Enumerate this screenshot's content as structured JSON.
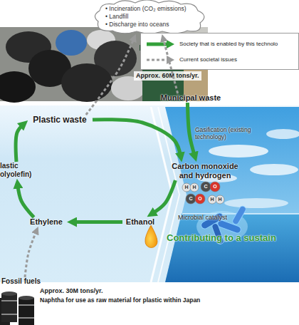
{
  "diagram": {
    "nodes": [
      {
        "text": [
          "• Incineration (CO₂ emissions)",
          "• Landfill",
          "• Discharge into oceans"
        ]
      },
      {
        "text": [
          "Municipal waste"
        ]
      },
      {
        "text": [
          "Plastic waste"
        ]
      },
      {
        "text": [
          "Carbon monoxide and hydrogen"
        ]
      },
      {
        "text": [
          "Ethanol"
        ]
      },
      {
        "text": [
          "Ethylene"
        ]
      },
      {
        "text": [
          "lastic olyolefin)"
        ]
      },
      {
        "text": [
          "Fossil fuels"
        ]
      }
    ],
    "edges": [
      {
        "from": 2,
        "to": 0,
        "arrow": "to"
      },
      {
        "from": 1,
        "to": 0,
        "arrow": "to"
      },
      {
        "from": 1,
        "to": 3,
        "label": "Gasification (existing technology)",
        "arrow": "to"
      },
      {
        "from": 2,
        "to": 3,
        "arrow": "to"
      },
      {
        "from": 3,
        "to": 4,
        "arrow": "to"
      },
      {
        "from": 4,
        "to": 5,
        "arrow": "to"
      },
      {
        "from": 5,
        "to": 6,
        "arrow": "to"
      },
      {
        "from": 6,
        "to": 2,
        "arrow": "to"
      },
      {
        "from": 7,
        "to": 5,
        "arrow": "to"
      }
    ],
    "labels": [
      "Approx. 60M tons/yr.",
      "H",
      "H",
      "C",
      "O",
      "C",
      "O",
      "H",
      "H",
      "Microbial catalyst",
      "Contributing to a sustain",
      "Approx. 30M tons/yr.",
      "Naphtha for use as raw material for plastic within Japan"
    ],
    "legend": [
      {
        "text": "Society that is enabled by this technolo"
      },
      {
        "text": "Current societal issues"
      }
    ]
  }
}
